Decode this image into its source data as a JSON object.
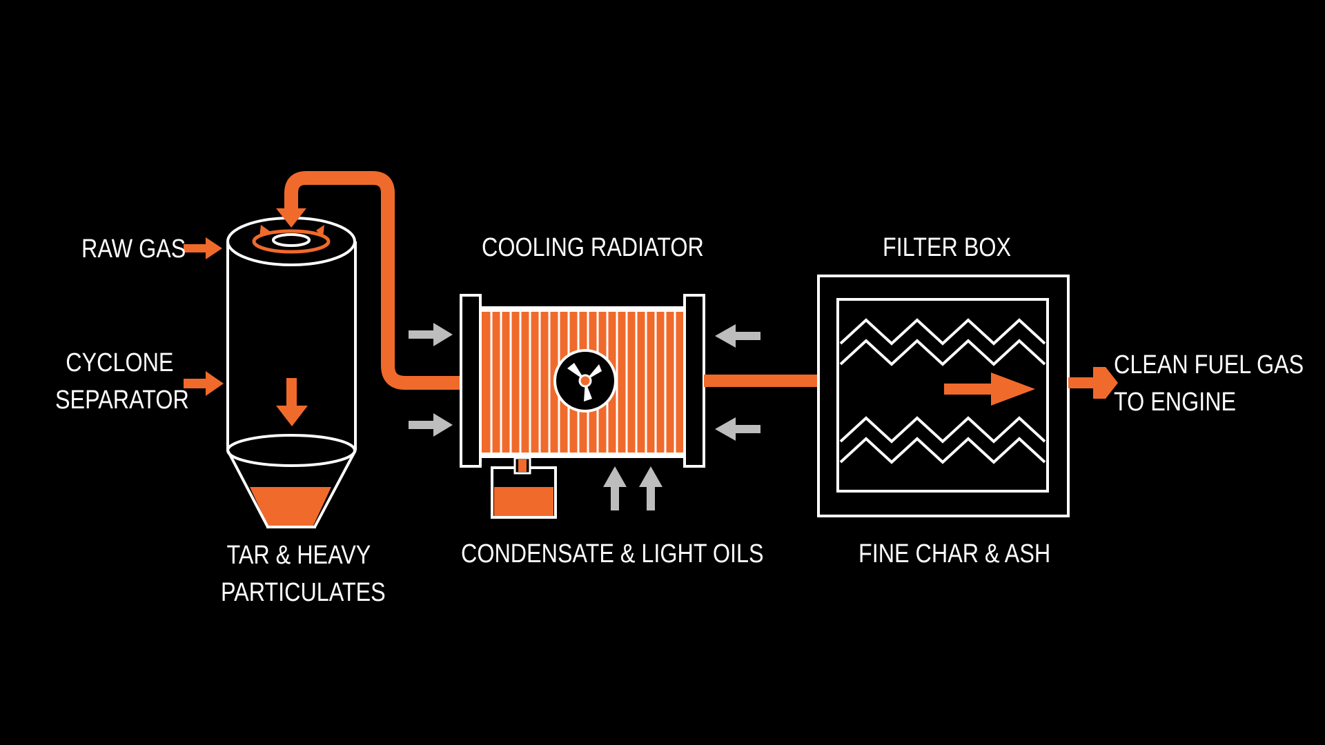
{
  "labels": {
    "raw_gas": "RAW GAS",
    "cyclone_line1": "CYCLONE",
    "cyclone_line2": "SEPARATOR",
    "tar_line1": "TAR & HEAVY",
    "tar_line2": "PARTICULATES",
    "cooling_radiator": "COOLING RADIATOR",
    "condensate": "CONDENSATE & LIGHT OILS",
    "filter_box": "FILTER BOX",
    "fine_char": "FINE CHAR & ASH",
    "clean_gas_line1": "CLEAN FUEL GAS",
    "clean_gas_line2": "TO ENGINE"
  },
  "colors": {
    "background": "#000000",
    "accent": "#f06a2c",
    "line": "#ffffff",
    "air_arrow": "#bdbdbd"
  }
}
